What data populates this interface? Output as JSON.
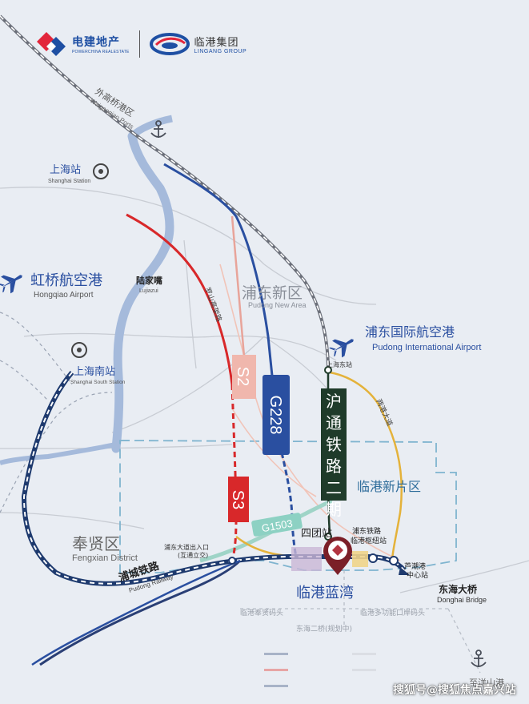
{
  "brand": {
    "powerchina_cn": "电建地产",
    "powerchina_en": "POWERCHINA REALESTATE",
    "lingang_cn": "临港集团",
    "lingang_en": "LINGANG GROUP"
  },
  "places": {
    "waigaoqiao_cn": "外高桥港区",
    "waigaoqiao_en": "Waigaoqiao Ports",
    "shanghai_station_cn": "上海站",
    "shanghai_station_en": "Shanghai Station",
    "hongqiao_cn": "虹桥航空港",
    "hongqiao_en": "Hongqiao Airport",
    "lujiazui_cn": "陆家嘴",
    "lujiazui_en": "Lujiazui",
    "luoshan_road": "罗山高架路",
    "pudong_new_area_cn": "浦东新区",
    "pudong_new_area_en": "Pudong New Area",
    "pudong_airport_cn": "浦东国际航空港",
    "pudong_airport_en": "Pudong International Airport",
    "shanghai_east_station": "上海东站",
    "shanghai_south_cn": "上海南站",
    "shanghai_south_en": "Shanghai South Station",
    "lingang_new_area": "临港新片区",
    "fengxian_cn": "奉贤区",
    "fengxian_en": "Fengxian District",
    "sitan_station": "四团站",
    "pudong_railway_logistics": "浦东铁路\n临港枢纽站",
    "luchaogang": "芦潮港\n中心站",
    "donghai_bridge_cn": "东海大桥",
    "donghai_bridge_en": "Donghai Bridge",
    "lingang_lanwan": "临港蓝湾",
    "puhai_exit": "浦东大道出入口\n(互通立交)",
    "nanhu_road": "两港大道",
    "pujin_railway_cn": "浦城铁路",
    "pujin_railway_en": "Pudong Railway",
    "fengxian_port": "临港奉贤码头",
    "lingang_port": "临港多功能口岸码头",
    "donghai_bridge2": "东海二桥(规划中)",
    "yangshan_port": "至洋山港"
  },
  "roads": {
    "s2": "S2",
    "g228": "G228",
    "s3": "S3",
    "g1503": "G1503",
    "hutong_railway": "沪通铁路二期"
  },
  "watermark": "搜狐号@搜狐焦点嘉兴站",
  "colors": {
    "water": "#9bb3d4",
    "s2": "#e8a49a",
    "s3": "#d8282a",
    "g228": "#2a4fa0",
    "g1503": "#8dd1c3",
    "hutong": "#1f3b2a",
    "railway": "#1e3a6e",
    "yellow_line": "#e4b23a",
    "lingang_zone": "#6aa7c4"
  },
  "icons": [
    "port-anchor-icon",
    "station-icon",
    "airplane-icon",
    "location-pin-icon"
  ]
}
